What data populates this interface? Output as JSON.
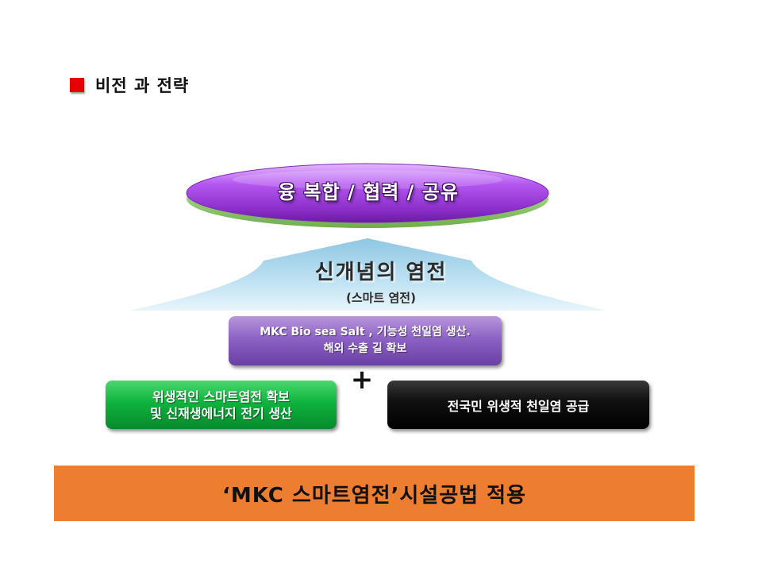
{
  "heading": {
    "title": "비전 과 전략",
    "bullet_color": "#e60000"
  },
  "vision": {
    "label": "융 복합 / 협력 / 공유",
    "color": "#9b3fd6"
  },
  "arrow": {
    "title": "신개념의 염전",
    "subtitle": "(스마트 염전)",
    "color": "#b9ddef"
  },
  "boxes": {
    "purple": {
      "line1": "MKC Bio sea Salt , 기능성 천일염 생산.",
      "line2": "해외 수출 길 확보",
      "color": "#8d62c4"
    },
    "plus": "+",
    "green": {
      "line1": "위생적인 스마트염전 확보",
      "line2": "및 신재생에너지 전기 생산",
      "color": "#0fb33e"
    },
    "black": {
      "label": "전국민 위생적 천일염 공급",
      "color": "#000000"
    }
  },
  "banner": {
    "label": "‘MKC 스마트염전’시설공법 적용",
    "color": "#ed7d31"
  }
}
